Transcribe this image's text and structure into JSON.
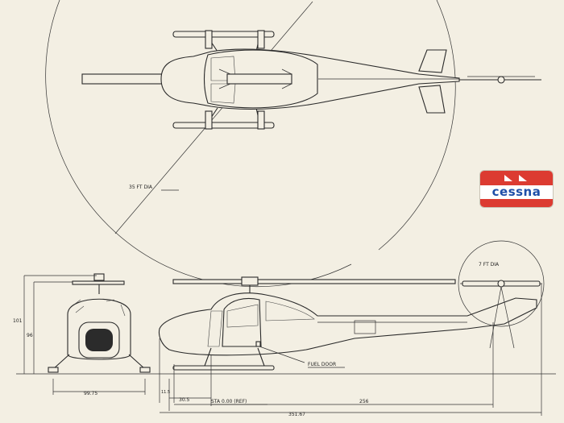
{
  "labels": {
    "main_rotor_dia": "35 FT DIA",
    "tail_rotor_dia": "7 FT DIA",
    "fuel_door": "FUEL DOOR",
    "height_overall": "101",
    "height_mast": "96",
    "tread": "99.75",
    "dim_a": "11.5",
    "dim_b": "30.5",
    "station_ref": "STA 0.00 (REF)",
    "dim_c": "256",
    "overall_length": "351.67"
  },
  "logo": {
    "text": "cessna",
    "colors": {
      "red": "#dc3b31",
      "blue": "#1e4fa8",
      "white": "#ffffff"
    }
  },
  "colors": {
    "paper": "#f3efe3",
    "ink": "#2a2a2a"
  }
}
